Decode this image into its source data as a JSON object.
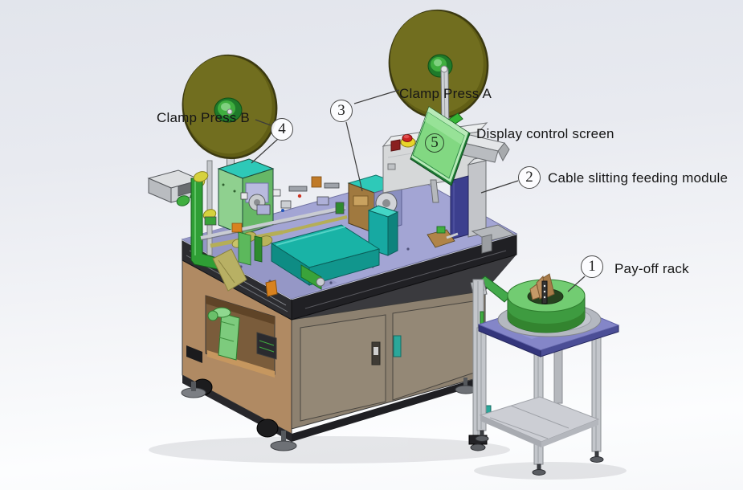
{
  "figure": {
    "type": "annotated-3d-machine-diagram",
    "description": "CAD rendering of an automatic cable cutting / crimping machine with numbered part callouts"
  },
  "callouts": [
    {
      "number": "1",
      "label": "Pay-off rack"
    },
    {
      "number": "2",
      "label": "Cable slitting feeding module"
    },
    {
      "number": "3",
      "label": "Clamp Press A"
    },
    {
      "number": "4",
      "label": "Clamp Press B"
    },
    {
      "number": "5",
      "label": "Display control screen"
    }
  ],
  "colors": {
    "reel_disc_olive": "#6f6c1d",
    "screen_green": "#82d882",
    "table_lavender": "#a3a5d4",
    "cabinet_brown_left": "#b08a63",
    "cabinet_brown_front": "#8d8170",
    "machine_teal": "#1fb3ac",
    "coil_green": "#72cc72",
    "module_panel_blue": "#3c3f8e",
    "stand_plate_purple": "#8486c8",
    "estop_red": "#cc2222"
  }
}
